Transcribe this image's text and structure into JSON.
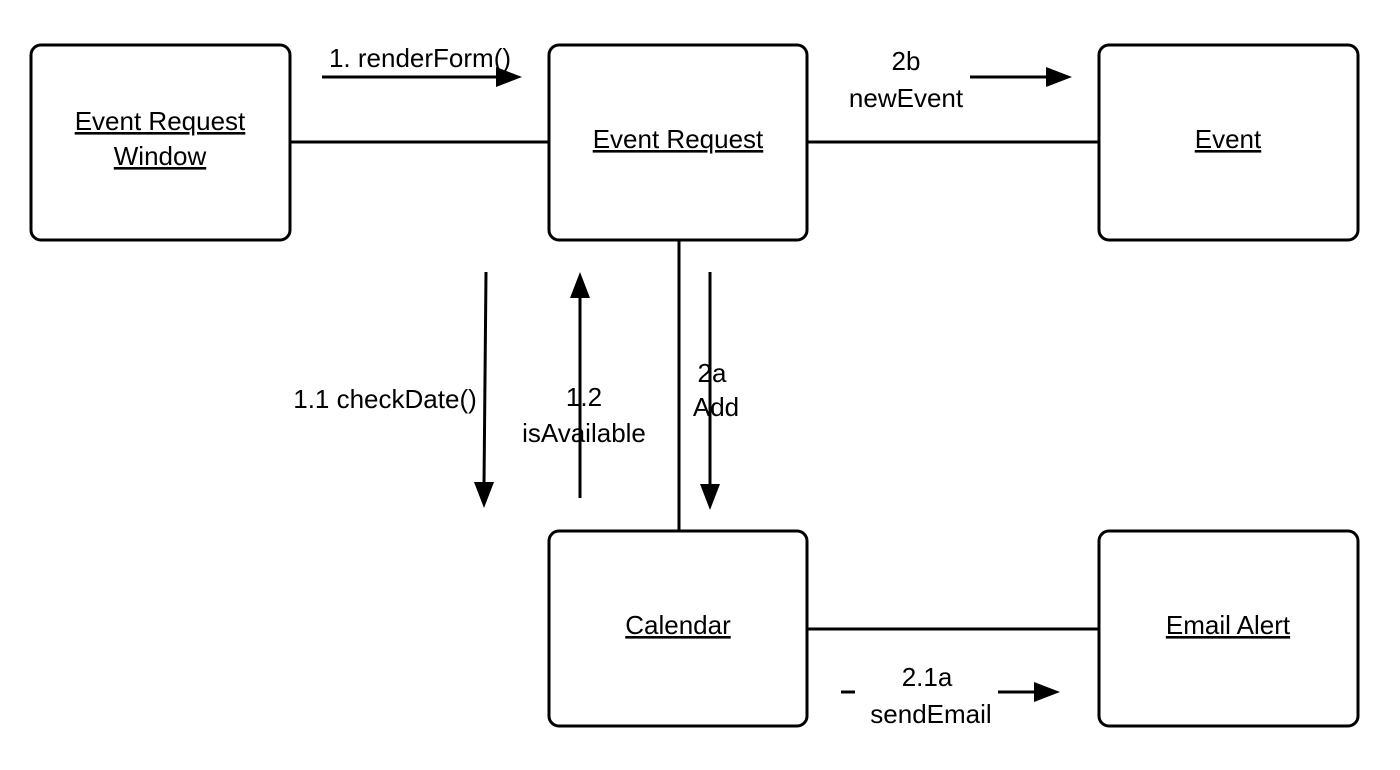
{
  "objects": {
    "event_request_window": {
      "line1": "Event Request",
      "line2": "Window"
    },
    "event_request": {
      "label": "Event Request"
    },
    "event": {
      "label": "Event"
    },
    "calendar": {
      "label": "Calendar"
    },
    "email_alert": {
      "label": "Email Alert"
    }
  },
  "messages": {
    "render_form": {
      "label": "1. renderForm()"
    },
    "new_event": {
      "line1": "2b",
      "line2": "newEvent"
    },
    "check_date": {
      "label": "1.1 checkDate()"
    },
    "is_available": {
      "line1": "1.2",
      "line2": "isAvailable"
    },
    "add": {
      "line1": "2a",
      "line2": "Add"
    },
    "send_email": {
      "line1": "2.1a",
      "line2": "sendEmail"
    }
  }
}
